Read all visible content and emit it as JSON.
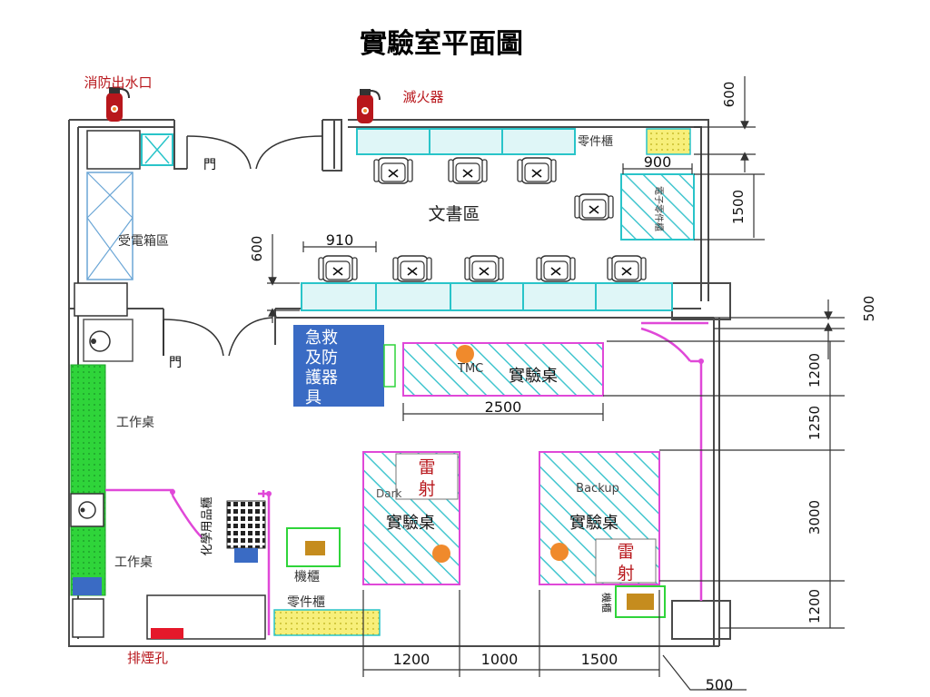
{
  "title": "實驗室平面圖",
  "colors": {
    "wall": "#4a4a4a",
    "cyan": "#29c4c9",
    "cyan_fill": "#dff6f7",
    "magenta": "#e048d8",
    "hatch": "#43c6cf",
    "green_bench": "#2fd43a",
    "blue_box": "#3a6bc4",
    "orange": "#f08a2c",
    "red_label": "#b8171c",
    "yellow": "#f7ef7a",
    "red_small": "#e5182a"
  },
  "labels": {
    "hydrant": "消防出水口",
    "extinguisher": "滅火器",
    "door_top": "門",
    "door_bottom": "門",
    "power_box": "受電箱區",
    "office_area": "文書區",
    "parts_cabinet_top": "零件櫃",
    "cabinet_side": "電子零件櫃",
    "first_aid": [
      "急救",
      "及防",
      "護器",
      "具"
    ],
    "work_table_1": "工作桌",
    "work_table_2": "工作桌",
    "chem_cabinet": "化學用品櫃",
    "machine_cabinet_left": "機櫃",
    "machine_cabinet_right": "機櫃",
    "parts_cabinet_bottom": "零件櫃",
    "exhaust": "排煙孔",
    "tmc": "TMC",
    "lab_table_top": "實驗桌",
    "lab_table_left": "實驗桌",
    "lab_table_right": "實驗桌",
    "laser_left": [
      "雷",
      "射"
    ],
    "laser_right": [
      "雷",
      "射"
    ],
    "dark_label": "Dark",
    "backup_label": "Backup"
  },
  "dimensions": {
    "d600_top": "600",
    "d900": "900",
    "d1500_right": "1500",
    "d910": "910",
    "d600_left": "600",
    "d500_top": "500",
    "d1200_a": "1200",
    "d2500": "2500",
    "d1250": "1250",
    "d3000": "3000",
    "d1200_b": "1200",
    "d1200_bottom": "1200",
    "d1000_bottom": "1000",
    "d1500_bottom": "1500",
    "d500_bottom": "500"
  }
}
